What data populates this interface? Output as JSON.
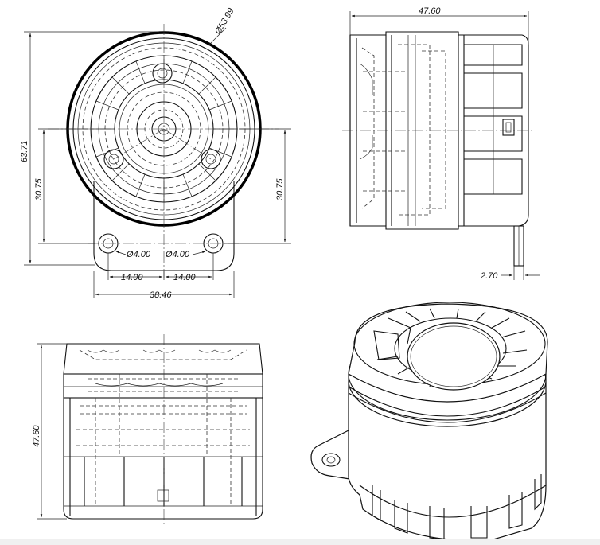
{
  "drawing": {
    "dimensions": {
      "overall_width": "47.60",
      "diameter": "Ø53.99",
      "height_overall": "63.71",
      "half_height_left": "30.75",
      "half_height_right": "30.75",
      "hole_left": "Ø4.00",
      "hole_right": "Ø4.00",
      "spacing_left": "14.00",
      "spacing_right": "14.00",
      "flange_width": "38.46",
      "flange_thickness": "2.70",
      "body_height": "47.60"
    }
  }
}
